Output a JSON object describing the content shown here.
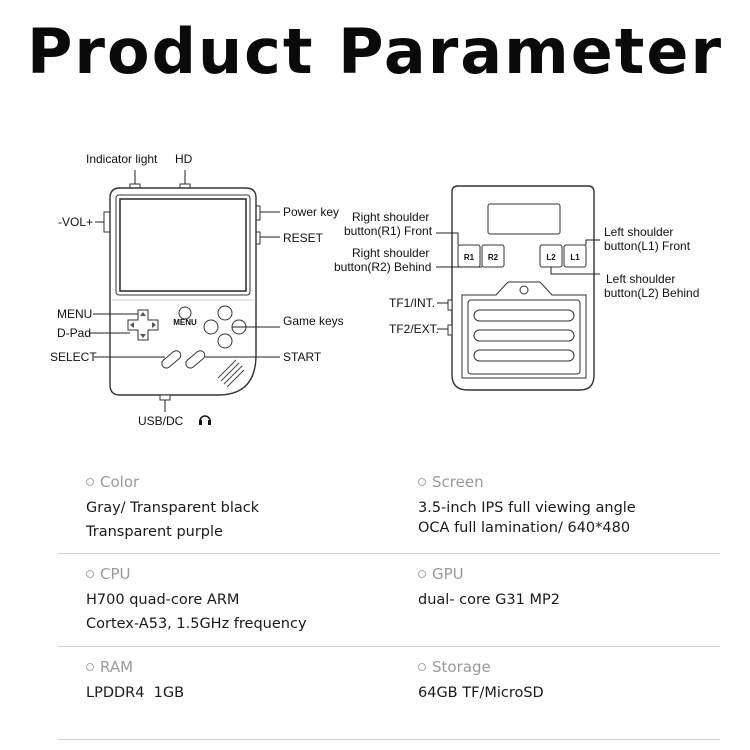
{
  "title": "Product Parameter",
  "front_labels": {
    "indicator": "Indicator light",
    "hd": "HD",
    "vol": "-VOL+",
    "power": "Power key",
    "reset": "RESET",
    "menu": "MENU",
    "dpad": "D-Pad",
    "select": "SELECT",
    "game_keys": "Game keys",
    "start": "START",
    "usb": "USB/DC"
  },
  "back_labels": {
    "r1_line1": "Right shoulder",
    "r1_line2": "button(R1) Front",
    "r2_line1": "Right shoulder",
    "r2_line2": "button(R2) Behind",
    "l1_line1": "Left shoulder",
    "l1_line2": "button(L1) Front",
    "l2_line1": "Left shoulder",
    "l2_line2": "button(L2) Behind",
    "tf1": "TF1/INT.",
    "tf2": "TF2/EXT."
  },
  "button_marks": {
    "r1": "R1",
    "r2": "R2",
    "l2": "L2",
    "l1": "L1",
    "menu_small": "MENU"
  },
  "specs": [
    {
      "left": {
        "label": "Color",
        "lines": [
          "Gray/ Transparent black",
          "Transparent purple"
        ]
      },
      "right": {
        "label": "Screen",
        "lines": [
          "3.5-inch IPS full viewing angle",
          "OCA full lamination/ 640*480"
        ]
      }
    },
    {
      "left": {
        "label": "CPU",
        "lines": [
          "H700 quad-core ARM",
          "Cortex-A53, 1.5GHz frequency"
        ]
      },
      "right": {
        "label": "GPU",
        "lines": [
          "dual- core G31 MP2"
        ]
      }
    },
    {
      "left": {
        "label": "RAM",
        "lines": [
          "LPDDR4  1GB"
        ]
      },
      "right": {
        "label": "Storage",
        "lines": [
          "64GB TF/MicroSD"
        ]
      }
    }
  ]
}
